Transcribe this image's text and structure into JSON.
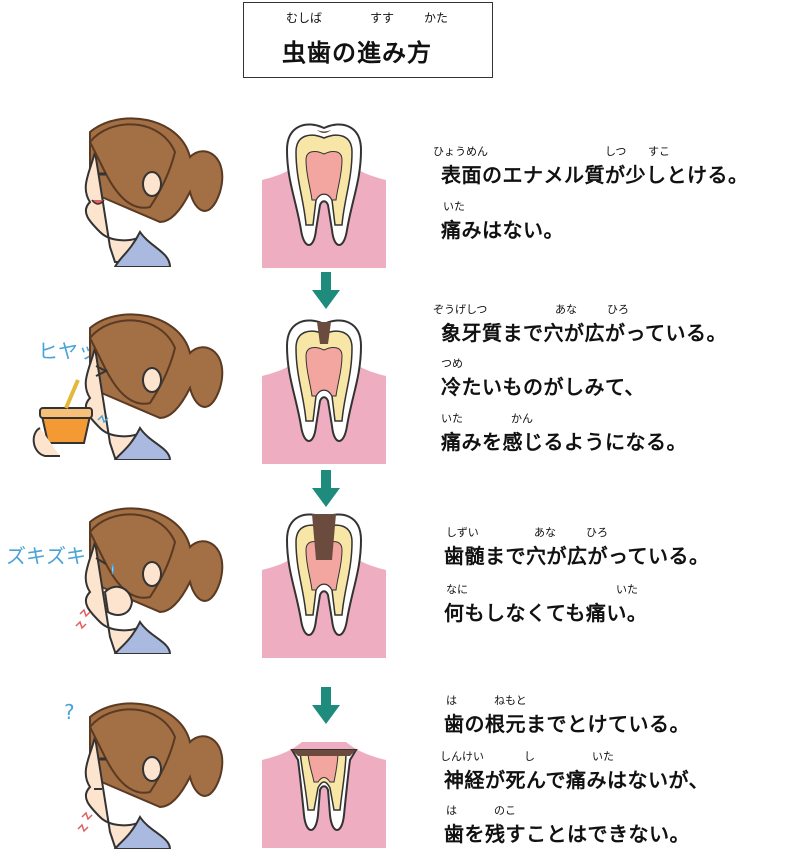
{
  "title": {
    "text": "虫歯の進み方",
    "ruby": [
      "むしば",
      "すす",
      "かた"
    ]
  },
  "exclaims": {
    "hiyat": "ヒヤッ",
    "zukizuki": "ズキズキ",
    "question": "?"
  },
  "stages": [
    {
      "lines": [
        {
          "ruby": [
            "ひょうめん",
            "しつ",
            "すこ"
          ],
          "text": "表面のエナメル質が少しとける。"
        },
        {
          "ruby": [
            "いた"
          ],
          "text": "痛みはない。"
        }
      ]
    },
    {
      "lines": [
        {
          "ruby": [
            "ぞうげしつ",
            "あな",
            "ひろ"
          ],
          "text": "象牙質まで穴が広がっている。"
        },
        {
          "ruby": [
            "つめ"
          ],
          "text": "冷たいものがしみて、"
        },
        {
          "ruby": [
            "いた",
            "かん"
          ],
          "text": "痛みを感じるようになる。"
        }
      ]
    },
    {
      "lines": [
        {
          "ruby": [
            "しずい",
            "あな",
            "ひろ"
          ],
          "text": "歯髄まで穴が広がっている。"
        },
        {
          "ruby": [
            "なに",
            "いた"
          ],
          "text": "何もしなくても痛い。"
        }
      ]
    },
    {
      "lines": [
        {
          "ruby": [
            "は",
            "ねもと"
          ],
          "text": "歯の根元までとけている。"
        },
        {
          "ruby": [
            "しんけい",
            "し",
            "いた"
          ],
          "text": "神経が死んで痛みはないが、"
        },
        {
          "ruby": [
            "は",
            "のこ"
          ],
          "text": "歯を残すことはできない。"
        }
      ]
    }
  ],
  "colors": {
    "gum": "#eeadc0",
    "enamel": "#ffffff",
    "dentin": "#f7e6a6",
    "pulp": "#f3a5a0",
    "decay": "#6b4b3e",
    "arrow": "#1e8b7c",
    "hair": "#a36f45",
    "skin": "#fde4cf",
    "shirt": "#aab9df",
    "exclaim": "#4aa3d8"
  }
}
